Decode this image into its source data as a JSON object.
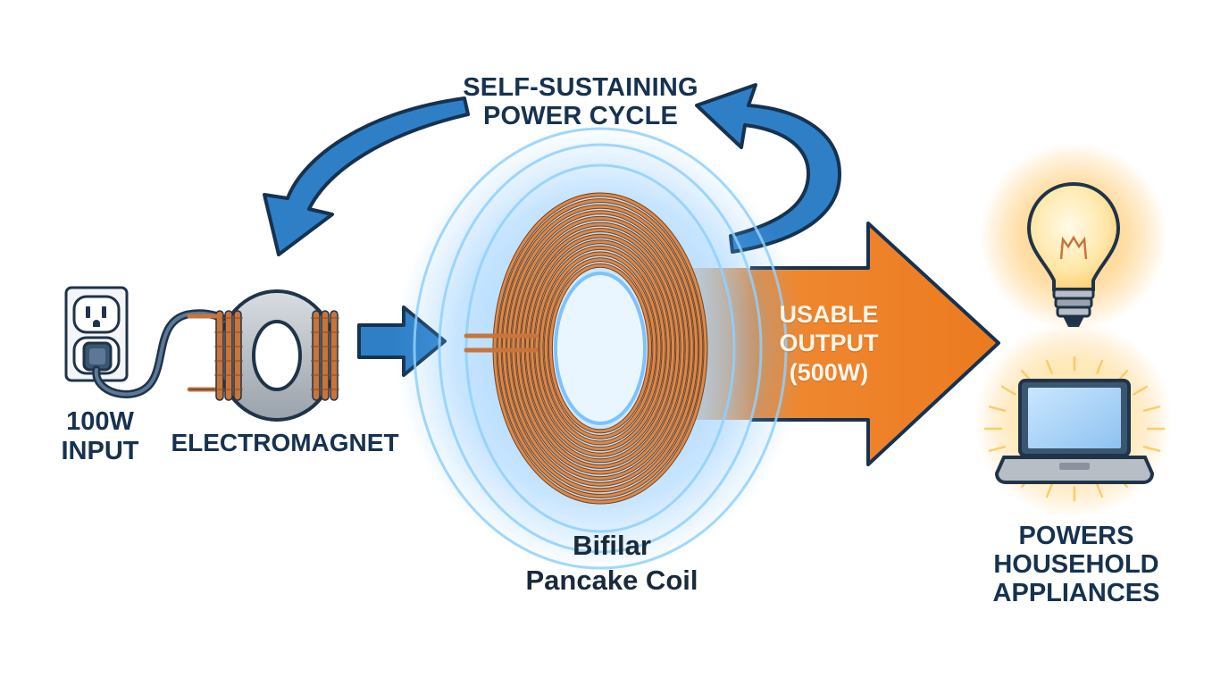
{
  "labels": {
    "cycle": [
      "SELF-SUSTAINING",
      "POWER CYCLE"
    ],
    "input": [
      "100W",
      "INPUT"
    ],
    "electromagnet": "ELECTROMAGNET",
    "coil": [
      "Bifilar",
      "Pancake Coil"
    ],
    "output": [
      "USABLE",
      "OUTPUT",
      "(500W)"
    ],
    "appliances": [
      "POWERS",
      "HOUSEHOLD",
      "APPLIANCES"
    ]
  },
  "colors": {
    "arrow_blue": "#2f7fc6",
    "arrow_outline": "#16324f",
    "output_orange": "#ee7f22",
    "copper": "#c9743a",
    "glow_blue": "#5fb4ff",
    "bulb_glow": "#ffb43a",
    "text_navy": "#16324f"
  },
  "icons": [
    "wall-outlet-icon",
    "plug-icon",
    "toroid-electromagnet-icon",
    "pancake-coil-icon",
    "light-bulb-icon",
    "laptop-icon"
  ]
}
